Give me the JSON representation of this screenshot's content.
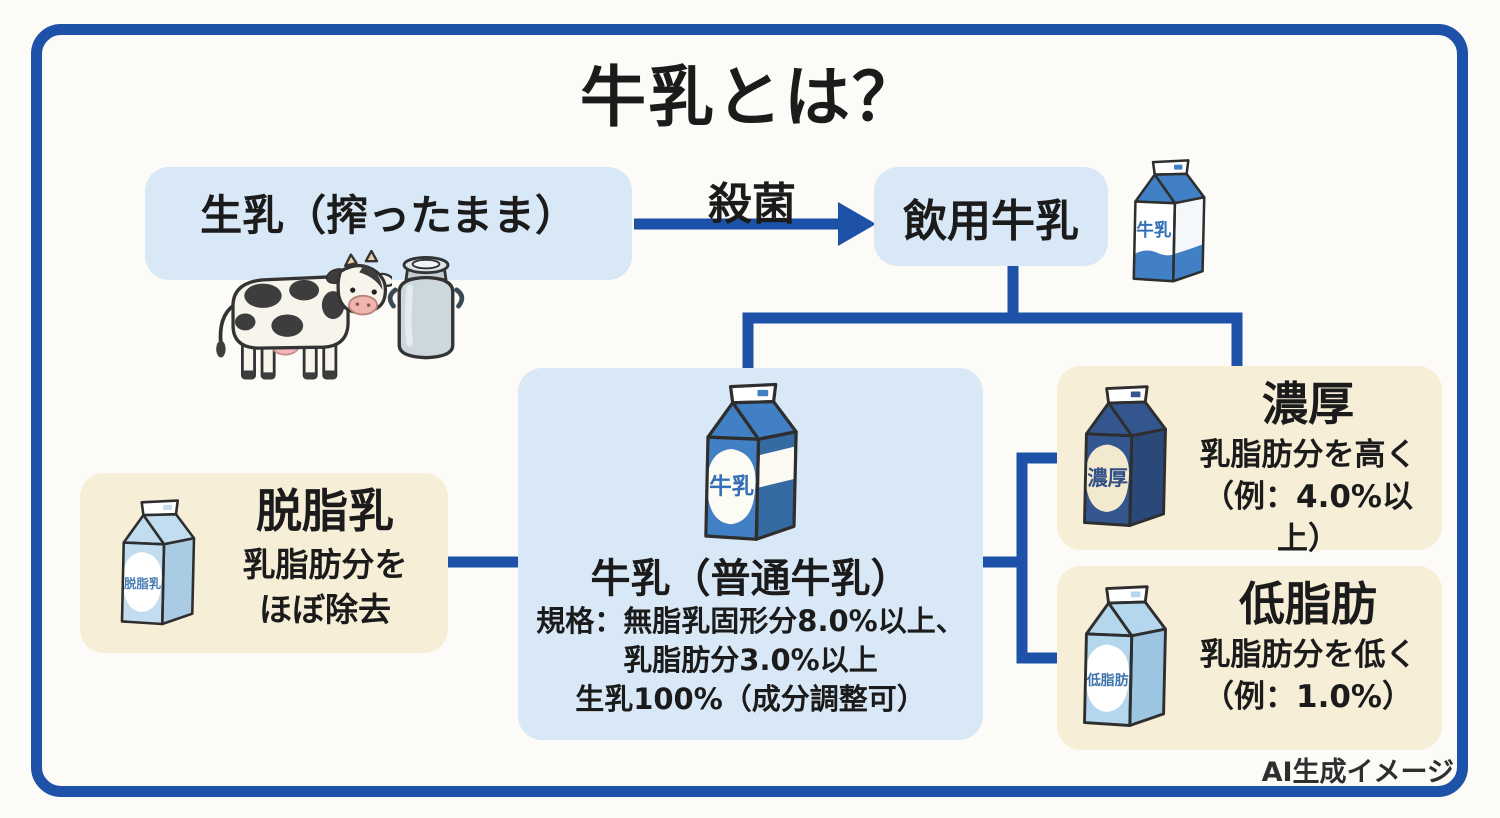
{
  "colors": {
    "border_blue": "#1d52a8",
    "box_blue": "#d9e8f6",
    "box_cream": "#f7eed8",
    "title_text": "#1b1b1b",
    "credit_text": "#2e2e2e"
  },
  "title": "牛乳とは？",
  "nodes": {
    "raw_milk": {
      "label": "生乳（搾ったまま）"
    },
    "process_label": "殺菌",
    "drinking_milk": {
      "label": "飲用牛乳"
    },
    "regular_milk": {
      "title": "牛乳（普通牛乳）",
      "specs": [
        "規格：無脂乳固形分8.0%以上、",
        "乳脂肪分3.0%以上",
        "生乳100%（成分調整可）"
      ]
    },
    "skim_milk": {
      "title": "脱脂乳",
      "desc": [
        "乳脂肪分を",
        "ほぼ除去"
      ]
    },
    "rich_milk": {
      "title": "濃厚",
      "desc": [
        "乳脂肪分を高く",
        "（例：4.0%以上）"
      ]
    },
    "lowfat_milk": {
      "title": "低脂肪",
      "desc": [
        "乳脂肪分を低く",
        "（例：1.0%）"
      ]
    }
  },
  "cartons": {
    "drinking": {
      "label": "牛乳",
      "body": "#ffffff",
      "side": "#f4f8fb",
      "accent": "#4180c4",
      "panel": "none",
      "text": "#3470b8",
      "lower": "#4180c4",
      "band": null
    },
    "regular": {
      "label": "牛乳",
      "body": "#4180c4",
      "side": "#356aa2",
      "accent": "#4180c4",
      "panel": "#fdfcf4",
      "text": "#3470b8",
      "lower": null,
      "band": "#fbf9f1"
    },
    "skim": {
      "label": "脱脂乳",
      "body": "#c3ddf0",
      "side": "#a9cbe4",
      "accent": "#c3ddf0",
      "panel": "#ffffff",
      "text": "#4a7fb5",
      "lower": null,
      "band": null
    },
    "rich": {
      "label": "濃厚",
      "body": "#33568f",
      "side": "#2a4878",
      "accent": "#33568f",
      "panel": "#f2e9cf",
      "text": "#2f4f86",
      "lower": null,
      "band": null
    },
    "lowfat": {
      "label": "低脂肪",
      "body": "#b5d7ee",
      "side": "#9cc5e2",
      "accent": "#b5d7ee",
      "panel": "#ffffff",
      "text": "#3d74ad",
      "lower": null,
      "band": null
    }
  },
  "footer": {
    "credit": "AI生成イメージ"
  }
}
